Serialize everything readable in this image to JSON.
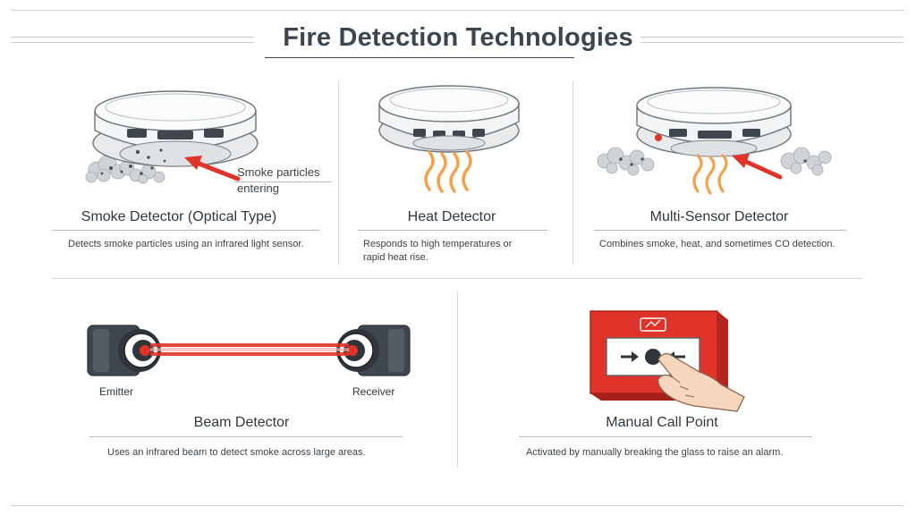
{
  "title": "Fire Detection Technologies",
  "colors": {
    "accent_red": "#e0342a",
    "heat_orange": "#f2a24a",
    "title_dark": "#3c4650",
    "rule_gray": "#c9cdd2"
  },
  "panels": {
    "smoke": {
      "title": "Smoke Detector (Optical Type)",
      "description": "Detects smoke particles using an infrared light sensor.",
      "callout_line1": "Smoke particles",
      "callout_line2": "entering",
      "icon": "smoke-detector-icon"
    },
    "heat": {
      "title": "Heat Detector",
      "description_line1": "Responds to high temperatures or",
      "description_line2": "rapid heat rise.",
      "icon": "heat-detector-icon"
    },
    "multi": {
      "title": "Multi-Sensor Detector",
      "description": "Combines smoke, heat, and sometimes CO detection.",
      "icon": "multi-sensor-detector-icon"
    },
    "beam": {
      "title": "Beam Detector",
      "description": "Uses an infrared beam to detect smoke across large areas.",
      "emitter_label": "Emitter",
      "receiver_label": "Receiver",
      "icon": "beam-detector-icon"
    },
    "call_point": {
      "title": "Manual Call Point",
      "description": "Activated by manually breaking the glass to raise an alarm.",
      "icon": "manual-call-point-icon"
    }
  }
}
